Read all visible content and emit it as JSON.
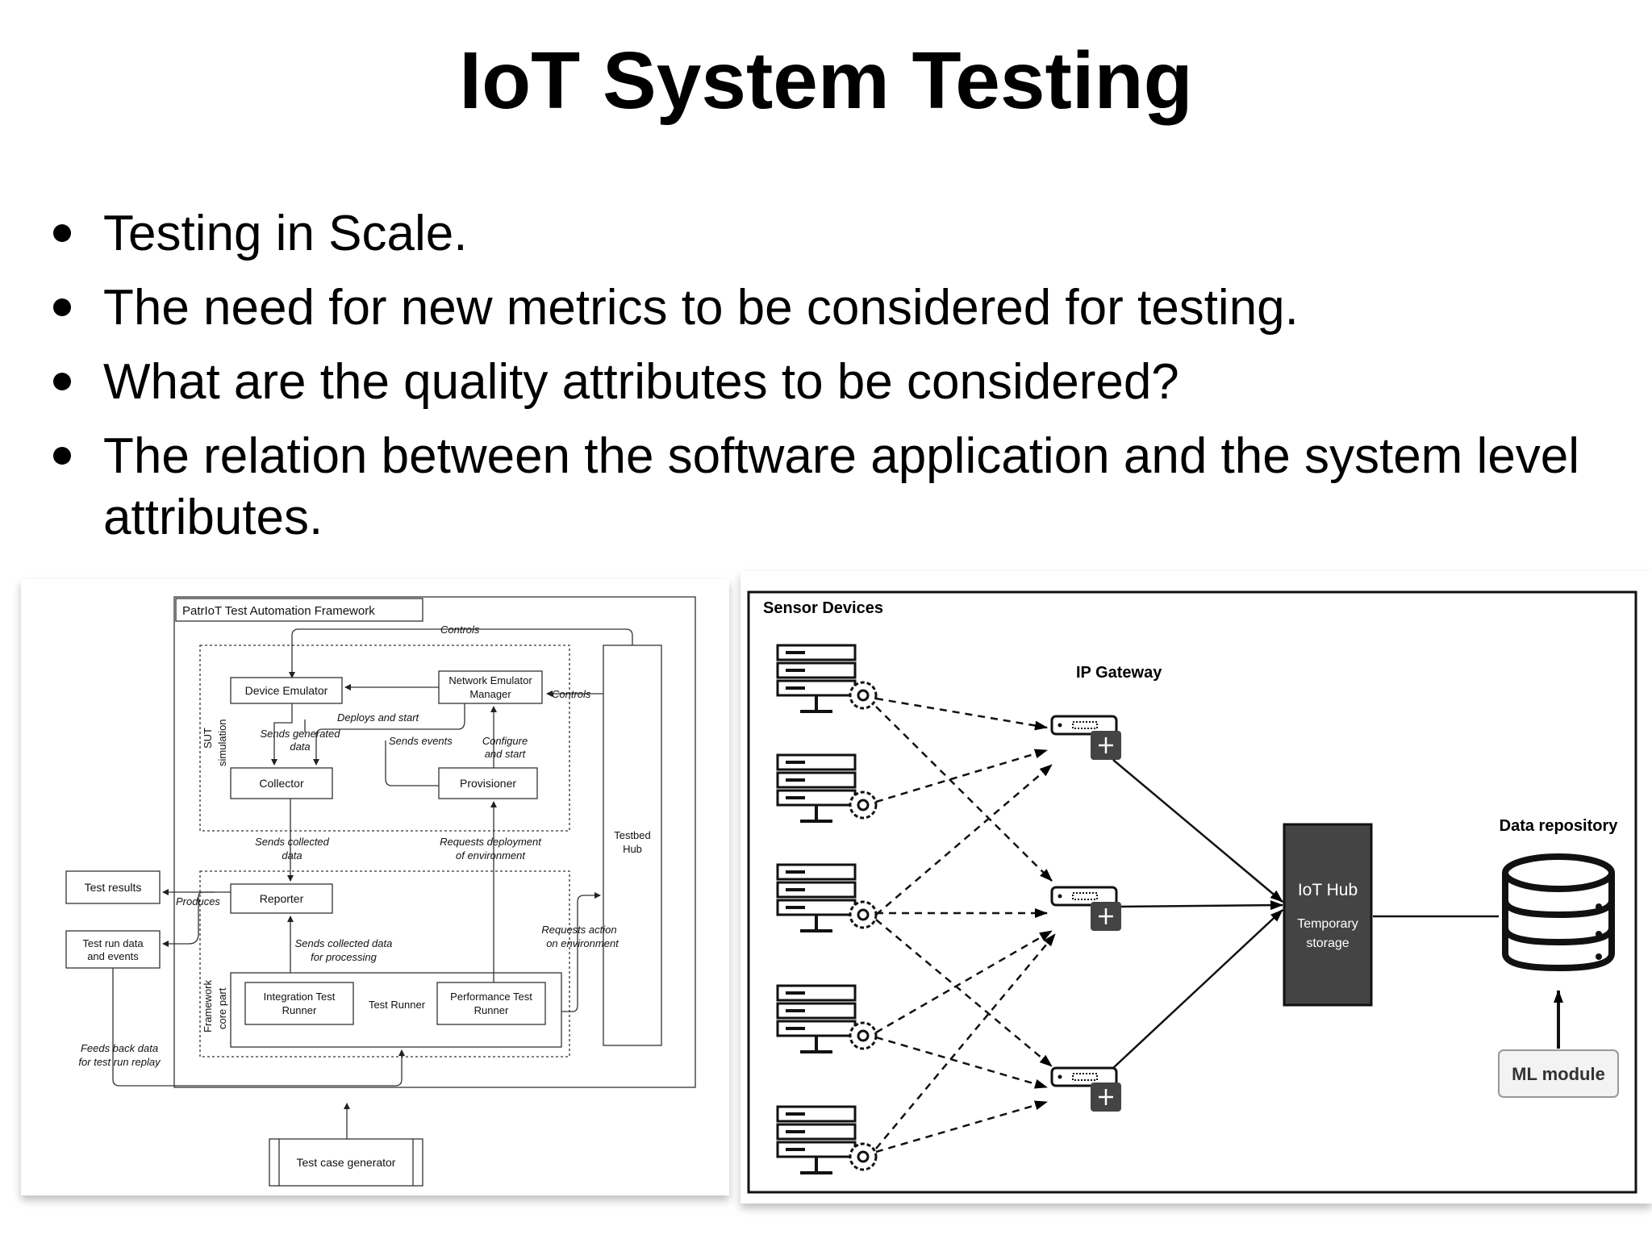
{
  "slide": {
    "title": "IoT System Testing",
    "bullets": [
      "Testing in Scale.",
      "The need for new metrics to be considered for testing.",
      "What are the quality attributes to be considered?",
      "The relation between the software application and the system level attributes."
    ]
  },
  "left_diagram": {
    "framework_title": "PatrIoT Test Automation Framework",
    "controls_top": "Controls",
    "controls_right": "Controls",
    "device_emulator": "Device Emulator",
    "network_emulator_line1": "Network Emulator",
    "network_emulator_line2": "Manager",
    "sut_line1": "SUT",
    "sut_line2": "simulation",
    "deploys_and_start": "Deploys and start",
    "sends_generated_line1": "Sends generated",
    "sends_generated_line2": "data",
    "sends_events": "Sends events",
    "configure_line1": "Configure",
    "configure_line2": "and start",
    "collector": "Collector",
    "provisioner": "Provisioner",
    "sends_collected_line1": "Sends collected",
    "sends_collected_line2": "data",
    "requests_deployment_line1": "Requests deployment",
    "requests_deployment_line2": "of environment",
    "testbed_hub_line1": "Testbed",
    "testbed_hub_line2": "Hub",
    "test_results": "Test results",
    "produces": "Produces",
    "reporter": "Reporter",
    "test_run_data_line1": "Test run data",
    "test_run_data_line2": "and events",
    "sends_collected_processing_line1": "Sends collected data",
    "sends_collected_processing_line2": "for processing",
    "requests_action_line1": "Requests action",
    "requests_action_line2": "on environment",
    "framework_core_line1": "Framework",
    "framework_core_line2": "core part",
    "integration_runner_line1": "Integration Test",
    "integration_runner_line2": "Runner",
    "test_runner": "Test Runner",
    "performance_runner_line1": "Performance Test",
    "performance_runner_line2": "Runner",
    "feeds_back_line1": "Feeds back data",
    "feeds_back_line2": "for test run replay",
    "test_case_generator": "Test case generator"
  },
  "right_diagram": {
    "sensor_devices": "Sensor Devices",
    "ip_gateway": "IP Gateway",
    "iot_hub": "IoT Hub",
    "temporary_line1": "Temporary",
    "temporary_line2": "storage",
    "data_repository": "Data repository",
    "ml_module": "ML module",
    "hub_color": "#444444"
  }
}
